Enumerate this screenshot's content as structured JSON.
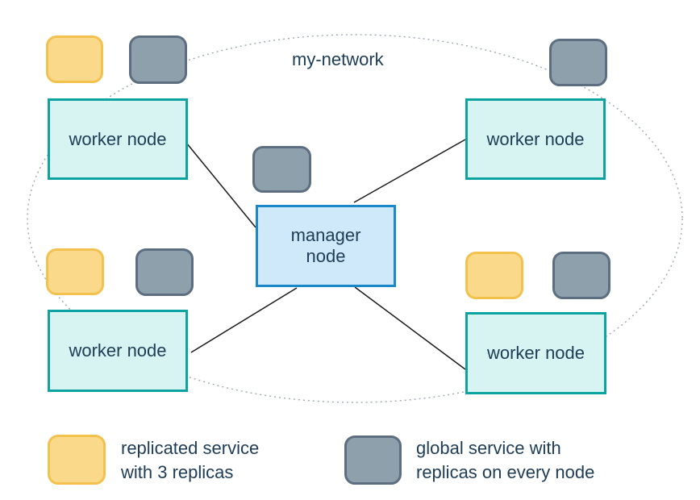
{
  "network": {
    "label": "my-network"
  },
  "nodes": {
    "manager": {
      "label": "manager node",
      "lines": [
        "manager",
        "node"
      ]
    },
    "workers": [
      {
        "label": "worker node"
      },
      {
        "label": "worker node"
      },
      {
        "label": "worker node"
      },
      {
        "label": "worker node"
      }
    ]
  },
  "legend": {
    "items": [
      {
        "icon": "replicated-service-icon",
        "lines": [
          "replicated service",
          "with 3 replicas"
        ]
      },
      {
        "icon": "global-service-icon",
        "lines": [
          "global service with",
          "replicas on every node"
        ]
      }
    ]
  },
  "icons": {
    "replicated_service": "yellow-rounded-square",
    "global_service": "gray-rounded-square"
  },
  "colors": {
    "replicated_service_fill": "#fbd98b",
    "replicated_service_border": "#f2c14e",
    "global_service_fill": "#8da0ac",
    "global_service_border": "#5c6e7f",
    "worker_node_fill": "#d7f4f2",
    "worker_node_border": "#0da3a0",
    "manager_node_fill": "#cfe9fb",
    "manager_node_border": "#1987c8",
    "text": "#1d3c55",
    "network_outline": "#9aa8b6",
    "connection_line": "#1a1a1a",
    "background": "#ffffff"
  }
}
